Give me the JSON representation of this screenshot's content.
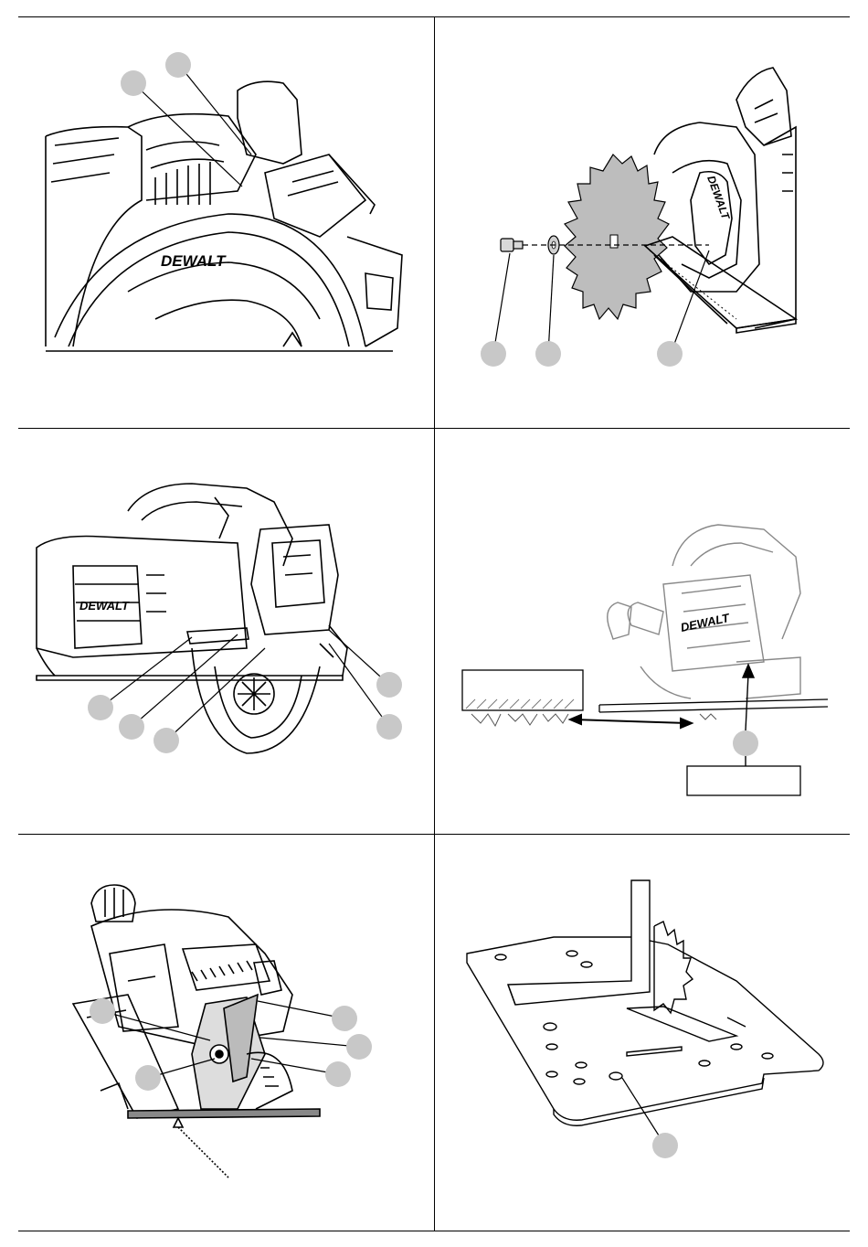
{
  "brand": {
    "logo_text": "DEWALT"
  },
  "figures": [
    {
      "id": "saw-top-view"
    },
    {
      "id": "blade-assembly-exploded"
    },
    {
      "id": "saw-front-view"
    },
    {
      "id": "cutting-diagram"
    },
    {
      "id": "bevel-adjustment"
    },
    {
      "id": "shoe-plate-square"
    }
  ],
  "colors": {
    "line": "#000000",
    "callout_fill": "#c8c8c8",
    "hatch": "#999999"
  }
}
